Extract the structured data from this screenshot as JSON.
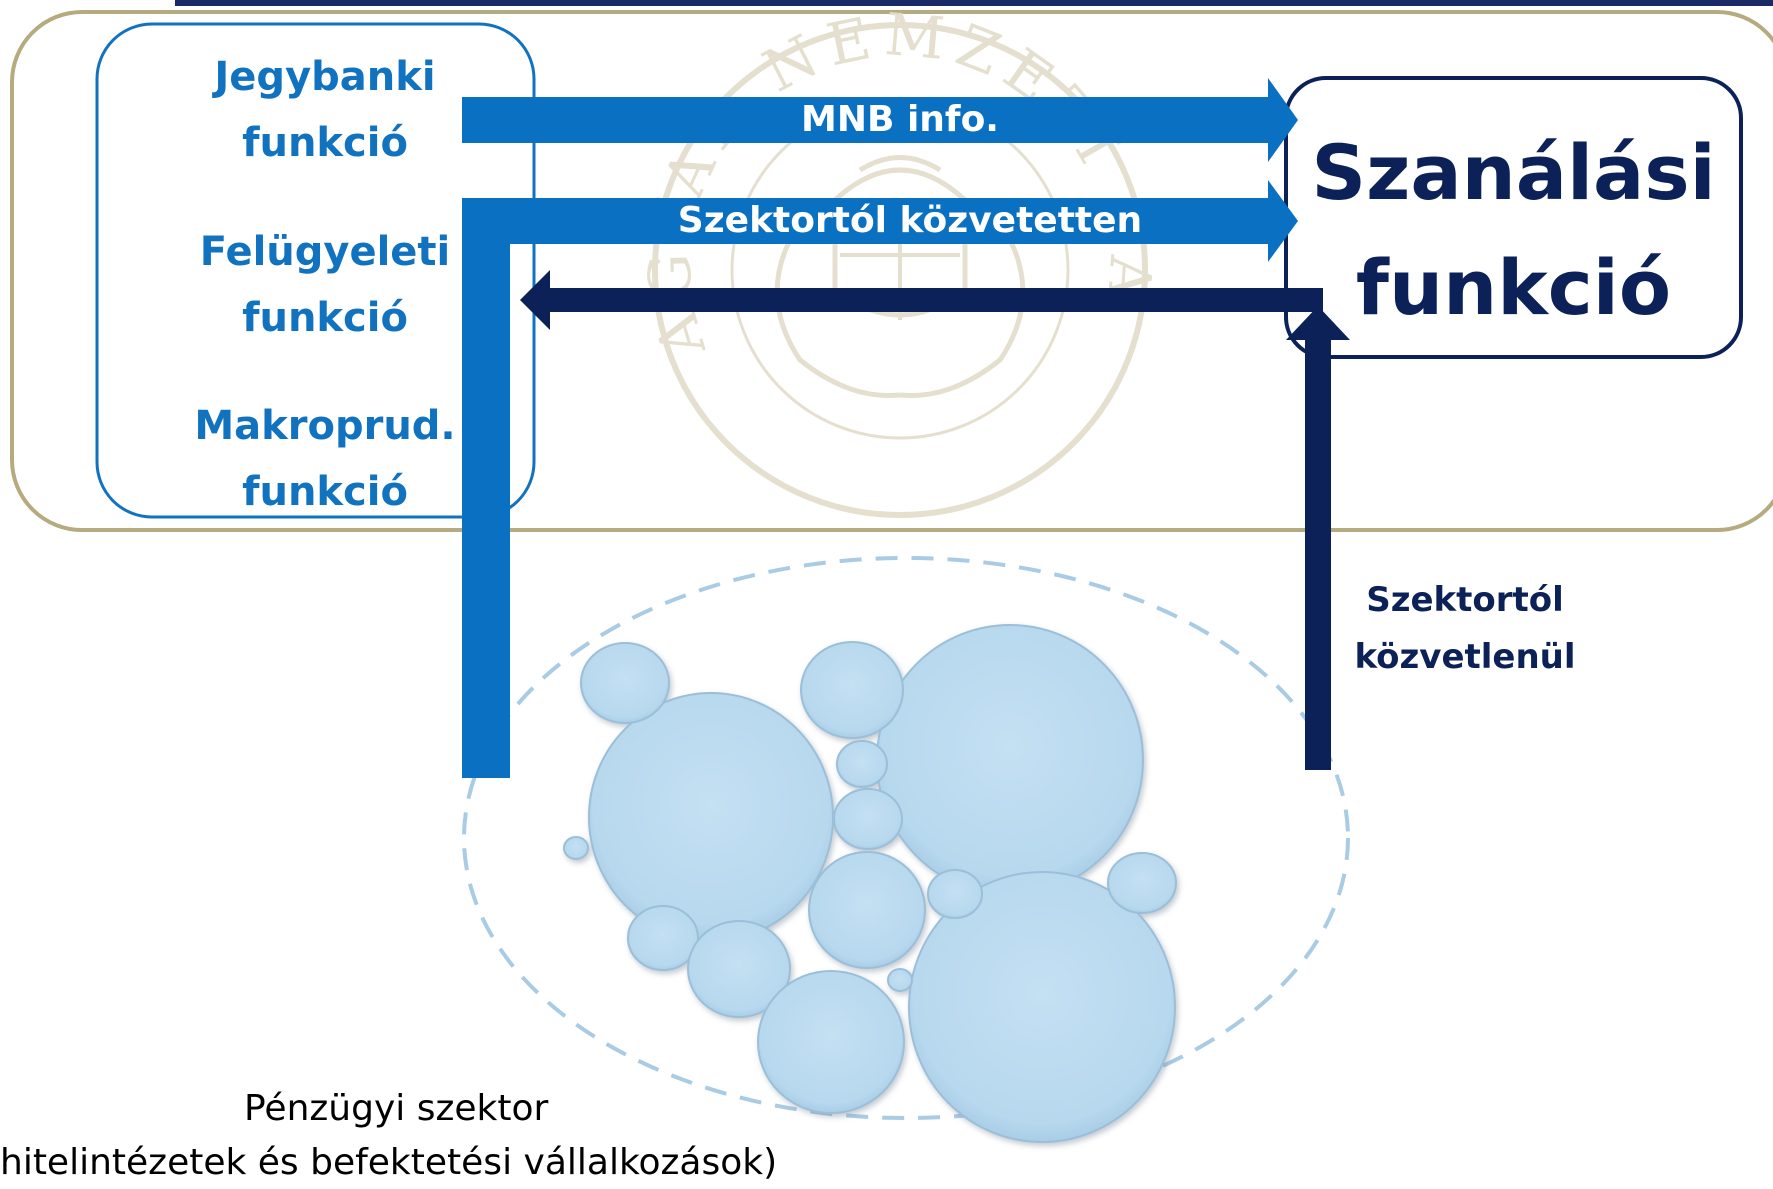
{
  "colors": {
    "frame_border": "#b6ab7e",
    "left_box_border": "#1173c0",
    "right_box_border": "#0c2157",
    "arrow_blue": "#0a70c2",
    "arrow_navy": "#0c2157",
    "bubble_fill": "#b7d8ee",
    "bubble_stroke": "#9bbfd8",
    "dashed_ellipse": "#a9cbe4",
    "top_rule": "#1a2a66",
    "watermark": "#e2dcc9"
  },
  "watermark": {
    "icon": "central-bank-seal-icon",
    "text": "MAGYAR NEMZETI BANK"
  },
  "left_box": {
    "items": [
      {
        "line1": "Jegybanki",
        "line2": "funkció"
      },
      {
        "line1": "Felügyeleti",
        "line2": "funkció"
      },
      {
        "line1": "Makroprud.",
        "line2": "funkció"
      }
    ]
  },
  "right_box": {
    "line1": "Szanálási",
    "line2": "funkció"
  },
  "arrows": {
    "mnb_info": "MNB info.",
    "sector_indirect": "Szektortól közvetetten",
    "sector_direct_line1": "Szektortól",
    "sector_direct_line2": "közvetlenül"
  },
  "sector": {
    "line1": "Pénzügyi szektor",
    "line2": "hitelintézetek és befektetési vállalkozások)"
  }
}
